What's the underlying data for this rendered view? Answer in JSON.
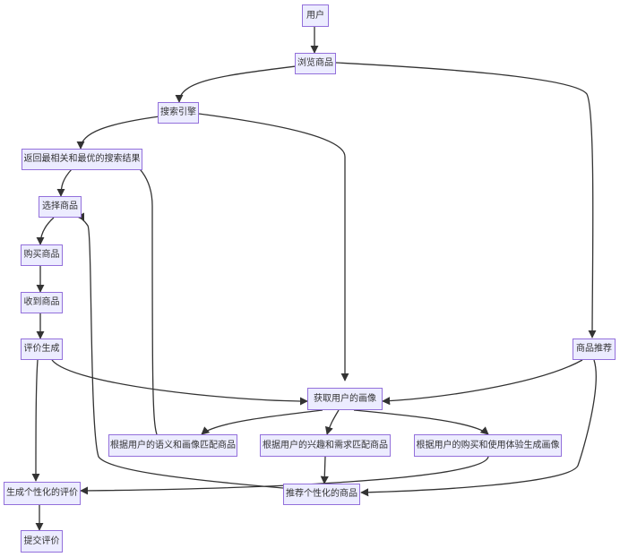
{
  "nodes": {
    "user": "用户",
    "browse": "浏览商品",
    "search": "搜索引擎",
    "results": "返回最相关和最优的搜索结果",
    "select": "选择商品",
    "buy": "购买商品",
    "receive": "收到商品",
    "review_gen": "评价生成",
    "recommend": "商品推荐",
    "profile": "获取用户的画像",
    "match_semantic": "根据用户的语义和画像匹配商品",
    "match_interest": "根据用户的兴趣和需求匹配商品",
    "gen_profile": "根据用户的购买和使用体验生成画像",
    "personal_review": "生成个性化的评价",
    "personal_goods": "推荐个性化的商品",
    "submit": "提交评价"
  },
  "colors": {
    "node_fill": "#ECECFF",
    "node_border": "#9370DB",
    "edge": "#333333",
    "text": "#333333"
  }
}
